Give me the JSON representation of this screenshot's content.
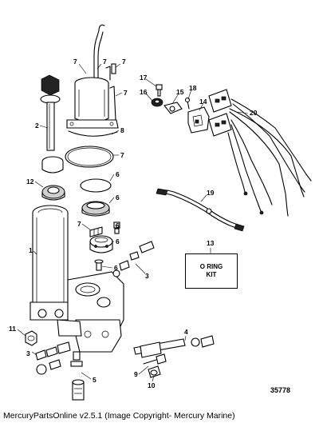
{
  "diagram": {
    "callouts": [
      "1",
      "2",
      "3",
      "3",
      "4",
      "5",
      "6",
      "6",
      "6",
      "6",
      "6",
      "7",
      "7",
      "7",
      "7",
      "7",
      "8",
      "9",
      "10",
      "11",
      "12",
      "13",
      "14",
      "15",
      "16",
      "17",
      "18",
      "19",
      "20"
    ],
    "kit_label_line1": "O RING",
    "kit_label_line2": "KIT",
    "diagram_number": "35778"
  },
  "footer": {
    "copyright": "MercuryPartsOnline v2.5.1 (Image Copyright- Mercury Marine)"
  }
}
